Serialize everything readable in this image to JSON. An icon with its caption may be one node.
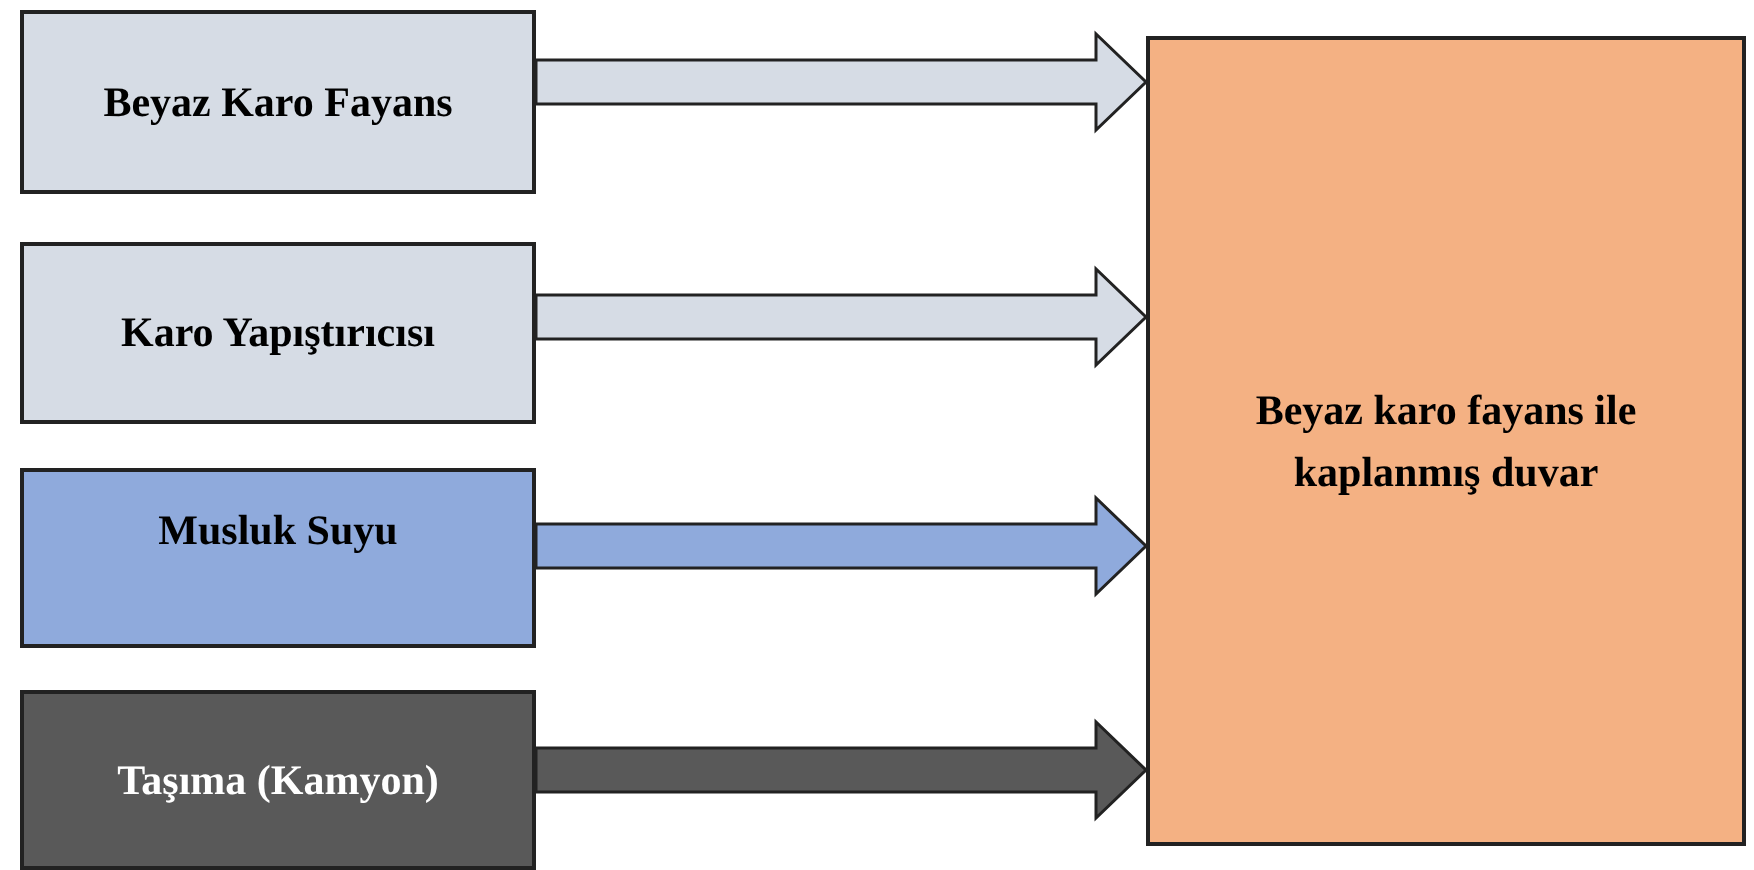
{
  "diagram": {
    "nodes": [
      {
        "text": [
          "Beyaz Karo Fayans"
        ]
      },
      {
        "text": [
          "Karo Yapıştırıcısı"
        ]
      },
      {
        "text": [
          "Musluk Suyu"
        ]
      },
      {
        "text": [
          "Taşıma (Kamyon)"
        ]
      },
      {
        "text": [
          "Beyaz karo fayans ile kaplanmış duvar"
        ]
      }
    ],
    "edges": [
      {
        "from": 0,
        "to": 4,
        "arrow": "to"
      },
      {
        "from": 1,
        "to": 4,
        "arrow": "to"
      },
      {
        "from": 2,
        "to": 4,
        "arrow": "to",
        "color": "#8faadc"
      },
      {
        "from": 3,
        "to": 4,
        "arrow": "to",
        "color": "#595959"
      }
    ]
  }
}
